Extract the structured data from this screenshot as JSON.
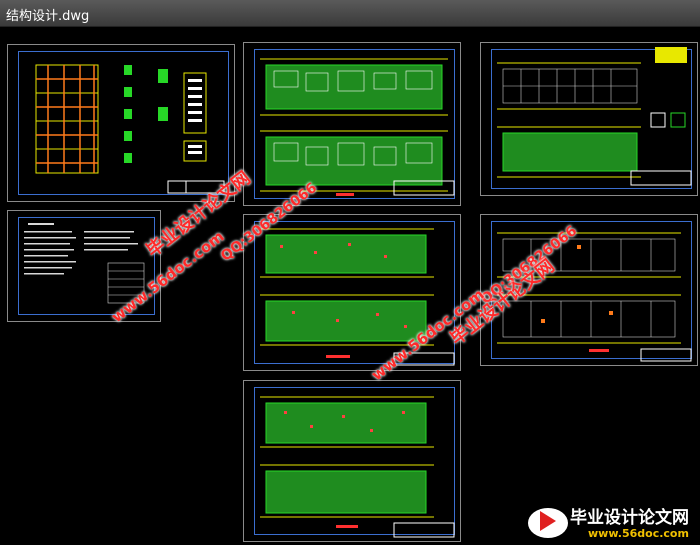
{
  "window": {
    "title": "结构设计.dwg"
  },
  "watermarks": [
    {
      "text": "毕业设计论文网"
    },
    {
      "text": "www.56doc.com"
    },
    {
      "text": "QQ:306826066"
    },
    {
      "text": "QQ:306826066"
    },
    {
      "text": "www.56doc.com"
    },
    {
      "text": "毕业设计论文网"
    }
  ],
  "corner_stamp": {
    "text": "毕业设计论文网",
    "url": "www.56doc.com"
  },
  "sheets": [
    {
      "name": "sheet-elevation"
    },
    {
      "name": "sheet-plan-1"
    },
    {
      "name": "sheet-plan-2"
    },
    {
      "name": "sheet-notes"
    },
    {
      "name": "sheet-plan-3"
    },
    {
      "name": "sheet-plan-4"
    },
    {
      "name": "sheet-plan-5"
    }
  ],
  "colors": {
    "frame": "#3b6ed0",
    "grid_green": "#27d827",
    "dim_yellow": "#e8e800",
    "watermark": "#ff2a2a",
    "title_block": "#ffffff"
  }
}
